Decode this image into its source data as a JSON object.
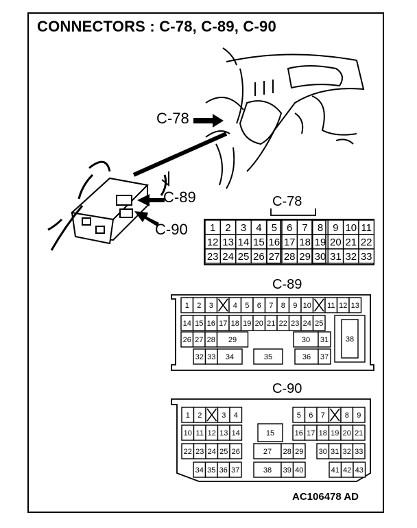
{
  "title": "CONNECTORS : C-78, C-89, C-90",
  "callouts": {
    "c78": "C-78",
    "c89": "C-89",
    "c90": "C-90"
  },
  "connector_labels": {
    "c78": "C-78",
    "c89": "C-89",
    "c90": "C-90"
  },
  "figure_code": "AC106478 AD",
  "c78_pins": {
    "row1": [
      "1",
      "2",
      "3",
      "4",
      "5",
      "6",
      "7",
      "8",
      "9",
      "10",
      "11"
    ],
    "row2": [
      "12",
      "13",
      "14",
      "15",
      "16",
      "17",
      "18",
      "19",
      "20",
      "21",
      "22"
    ],
    "row3": [
      "23",
      "24",
      "25",
      "26",
      "27",
      "28",
      "29",
      "30",
      "31",
      "32",
      "33"
    ]
  },
  "c89_pins": {
    "row1_left": [
      "1",
      "2",
      "3"
    ],
    "row1_mid": [
      "4",
      "5",
      "6",
      "7",
      "8",
      "9",
      "10"
    ],
    "row1_right": [
      "11",
      "12",
      "13"
    ],
    "row2": [
      "14",
      "15",
      "16",
      "17",
      "18",
      "19",
      "20",
      "21",
      "22",
      "23",
      "24",
      "25"
    ],
    "row3_left": [
      "26",
      "27",
      "28"
    ],
    "row3_29": "29",
    "row3_30": "30",
    "row3_31": "31",
    "big_38": "38",
    "row4_left": [
      "32",
      "33"
    ],
    "row4_34": "34",
    "row4_35": "35",
    "row4_36": "36",
    "row4_37": "37"
  },
  "c90_pins": {
    "row1_a": [
      "1",
      "2"
    ],
    "row1_b": [
      "3",
      "4"
    ],
    "row1_c": [
      "5",
      "6"
    ],
    "row1_d": "7",
    "row1_e": [
      "8",
      "9"
    ],
    "row2_a": [
      "10",
      "11",
      "12",
      "13",
      "14"
    ],
    "big_15": "15",
    "row2_b": [
      "16",
      "17",
      "18",
      "19",
      "20",
      "21"
    ],
    "row3_a": [
      "22",
      "23",
      "24",
      "25",
      "26"
    ],
    "big_27": "27",
    "row3_b": [
      "28",
      "29"
    ],
    "row3_c": [
      "30",
      "31",
      "32",
      "33"
    ],
    "row4_a": [
      "34",
      "35",
      "36",
      "37"
    ],
    "big_38": "38",
    "row4_b": [
      "39",
      "40"
    ],
    "row4_c": [
      "41",
      "42",
      "43"
    ]
  }
}
